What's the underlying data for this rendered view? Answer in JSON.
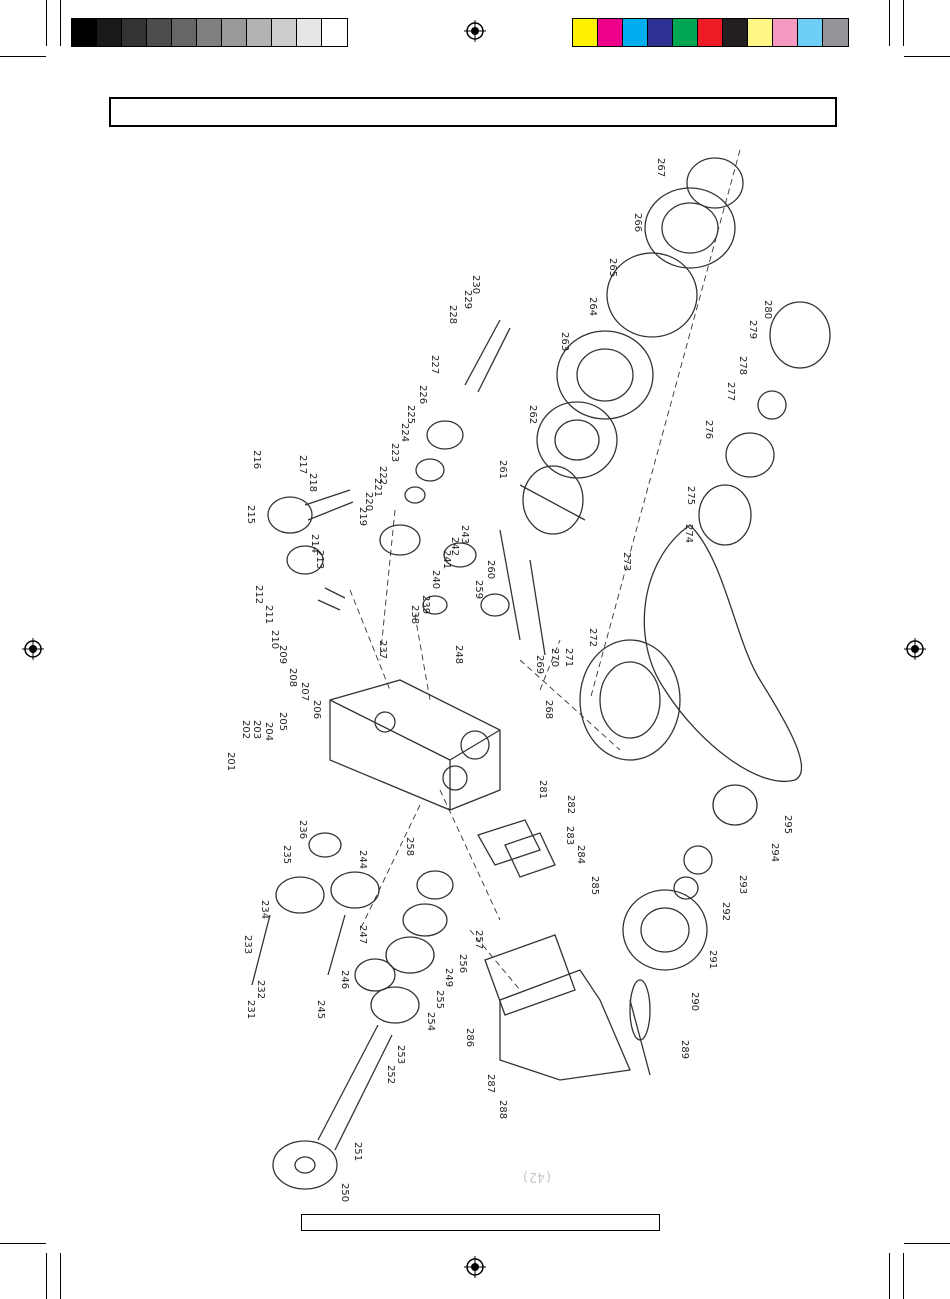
{
  "color_bar": {
    "grays": [
      "#000000",
      "#1a1a1a",
      "#333333",
      "#4d4d4d",
      "#666666",
      "#808080",
      "#999999",
      "#b3b3b3",
      "#cccccc",
      "#e6e6e6",
      "#ffffff"
    ],
    "colors": [
      "#fff200",
      "#ec008c",
      "#00aeef",
      "#2e3192",
      "#00a651",
      "#ed1c24",
      "#231f20",
      "#fff685",
      "#f49ac1",
      "#6dcff6",
      "#939598"
    ]
  },
  "diagram": {
    "part_labels": [
      "201",
      "202",
      "203",
      "204",
      "205",
      "206",
      "207",
      "208",
      "209",
      "210",
      "211",
      "212",
      "213",
      "214",
      "215",
      "216",
      "217",
      "218",
      "219",
      "220",
      "221",
      "222",
      "223",
      "224",
      "225",
      "226",
      "227",
      "228",
      "229",
      "230",
      "231",
      "232",
      "233",
      "234",
      "235",
      "236",
      "237",
      "238",
      "239",
      "240",
      "241",
      "242",
      "243",
      "244",
      "245",
      "246",
      "247",
      "248",
      "249",
      "250",
      "251",
      "252",
      "253",
      "254",
      "255",
      "256",
      "257",
      "258",
      "259",
      "260",
      "261",
      "262",
      "263",
      "264",
      "265",
      "266",
      "267",
      "268",
      "269",
      "270",
      "271",
      "272",
      "273",
      "274",
      "275",
      "276",
      "277",
      "278",
      "279",
      "280",
      "281",
      "282",
      "283",
      "284",
      "285",
      "286",
      "287",
      "288",
      "289",
      "290",
      "291",
      "292",
      "293",
      "294",
      "295"
    ]
  },
  "footer": {
    "code": "(42)"
  }
}
